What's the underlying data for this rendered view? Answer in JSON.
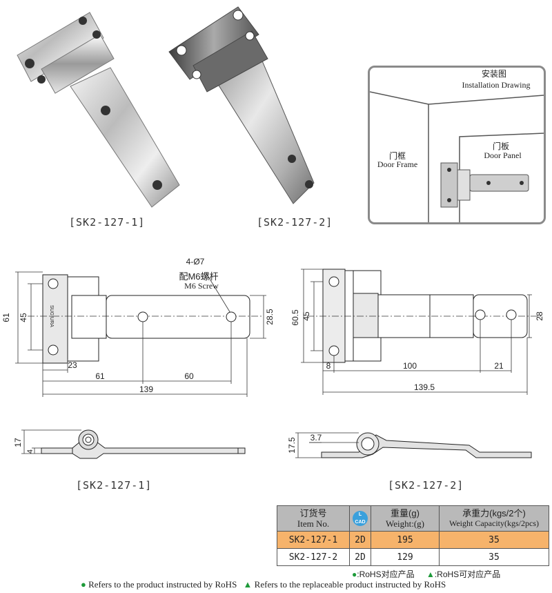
{
  "products": {
    "caption_1": "[SK2-127-1]",
    "caption_2": "[SK2-127-2]"
  },
  "installation": {
    "title_cn": "安装图",
    "title_en": "Installation Drawing",
    "frame_cn": "门框",
    "frame_en": "Door Frame",
    "panel_cn": "门板",
    "panel_en": "Door Panel"
  },
  "drawing1": {
    "hole_note": "4-Ø7",
    "screw_cn": "配M6螺杆",
    "screw_en": "M6 Screw",
    "dim_61_v": "61",
    "dim_45_v": "45",
    "dim_28_5": "28.5",
    "dim_23": "23",
    "dim_61_h": "61",
    "dim_60": "60",
    "dim_139": "139",
    "dim_17": "17",
    "dim_4": "4",
    "caption": "[SK2-127-1]"
  },
  "drawing2": {
    "dim_60_5": "60.5",
    "dim_45": "45",
    "dim_28": "28",
    "dim_8": "8",
    "dim_100": "100",
    "dim_21": "21",
    "dim_139_5": "139.5",
    "dim_17_5": "17.5",
    "dim_3_7": "3.7",
    "caption": "[SK2-127-2]"
  },
  "table": {
    "headers": [
      {
        "cn": "订货号",
        "en": "Item No."
      },
      {
        "cn": "",
        "en": "CAD"
      },
      {
        "cn": "重量(g)",
        "en": "Weight:(g)"
      },
      {
        "cn": "承重力(kgs/2个)",
        "en": "Weight Capacity(kgs/2pcs)"
      }
    ],
    "rows": [
      {
        "item": "SK2-127-1",
        "cad": "2D",
        "weight": "195",
        "capacity": "35"
      },
      {
        "item": "SK2-127-2",
        "cad": "2D",
        "weight": "129",
        "capacity": "35"
      }
    ],
    "highlight_color": "#f6b36b"
  },
  "legend": {
    "rohs_cn": ":RoHS对应产品",
    "rohs_replace_cn": ":RoHS可对应产品",
    "rohs_en": "Refers to the product instructed by RoHS",
    "rohs_replace_en": "Refers to the replaceable product instructed by RoHS"
  }
}
